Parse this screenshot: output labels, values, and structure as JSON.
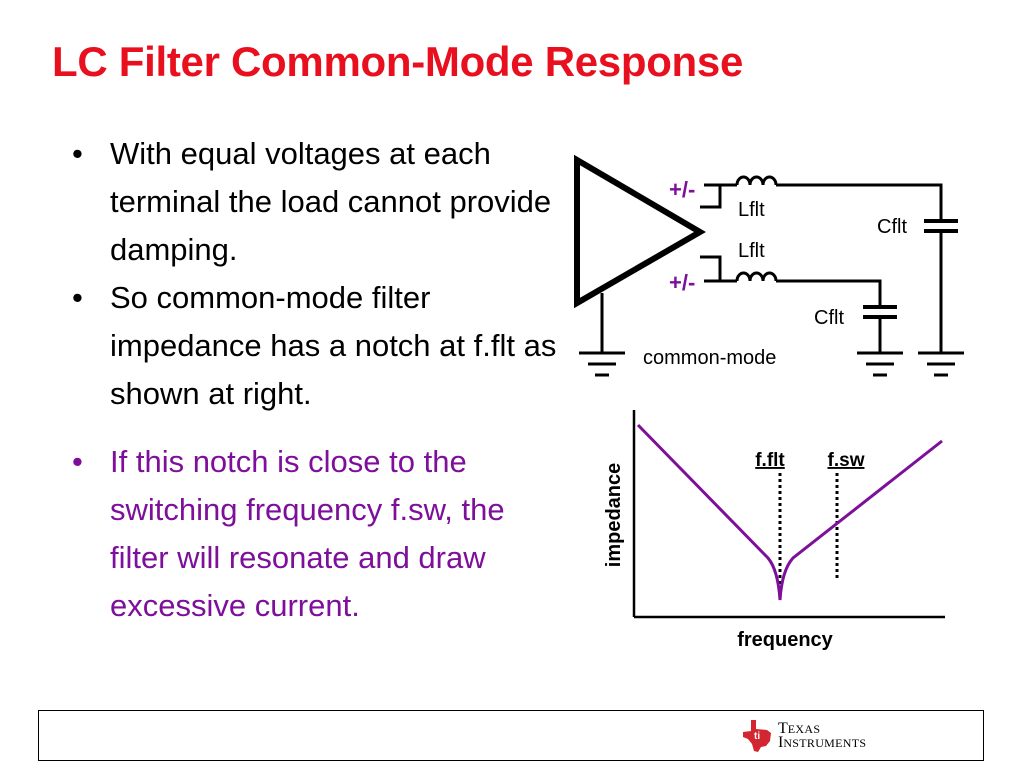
{
  "slide": {
    "title": "LC Filter Common-Mode Response",
    "bullets": [
      {
        "text": "With equal voltages at each terminal the load cannot provide damping.",
        "accent": false
      },
      {
        "text": "So common-mode filter impedance has a notch at f.flt as shown at right.",
        "accent": false
      },
      {
        "text": "If this notch is close to the switching frequency f.sw, the filter will resonate and draw excessive current.",
        "accent": true
      }
    ],
    "bullet_symbol": "•"
  },
  "circuit": {
    "plus_minus_top": "+/-",
    "plus_minus_bottom": "+/-",
    "inductor_top_label": "Lflt",
    "inductor_bottom_label": "Lflt",
    "capacitor_right_label": "Cflt",
    "capacitor_middle_label": "Cflt",
    "mode_label": "common-mode"
  },
  "chart_data": {
    "type": "line",
    "xlabel": "frequency",
    "ylabel": "impedance",
    "markers": [
      {
        "label": "f.flt"
      },
      {
        "label": "f.sw"
      }
    ],
    "series_color": "#7d0f9a"
  },
  "footer": {
    "logo_line1_cap": "T",
    "logo_line1_rest": "EXAS",
    "logo_line2_cap": "I",
    "logo_line2_rest": "NSTRUMENTS"
  },
  "colors": {
    "title": "#e8101e",
    "accent": "#7d0f9a",
    "text": "#000000",
    "ti_red": "#d22630"
  }
}
